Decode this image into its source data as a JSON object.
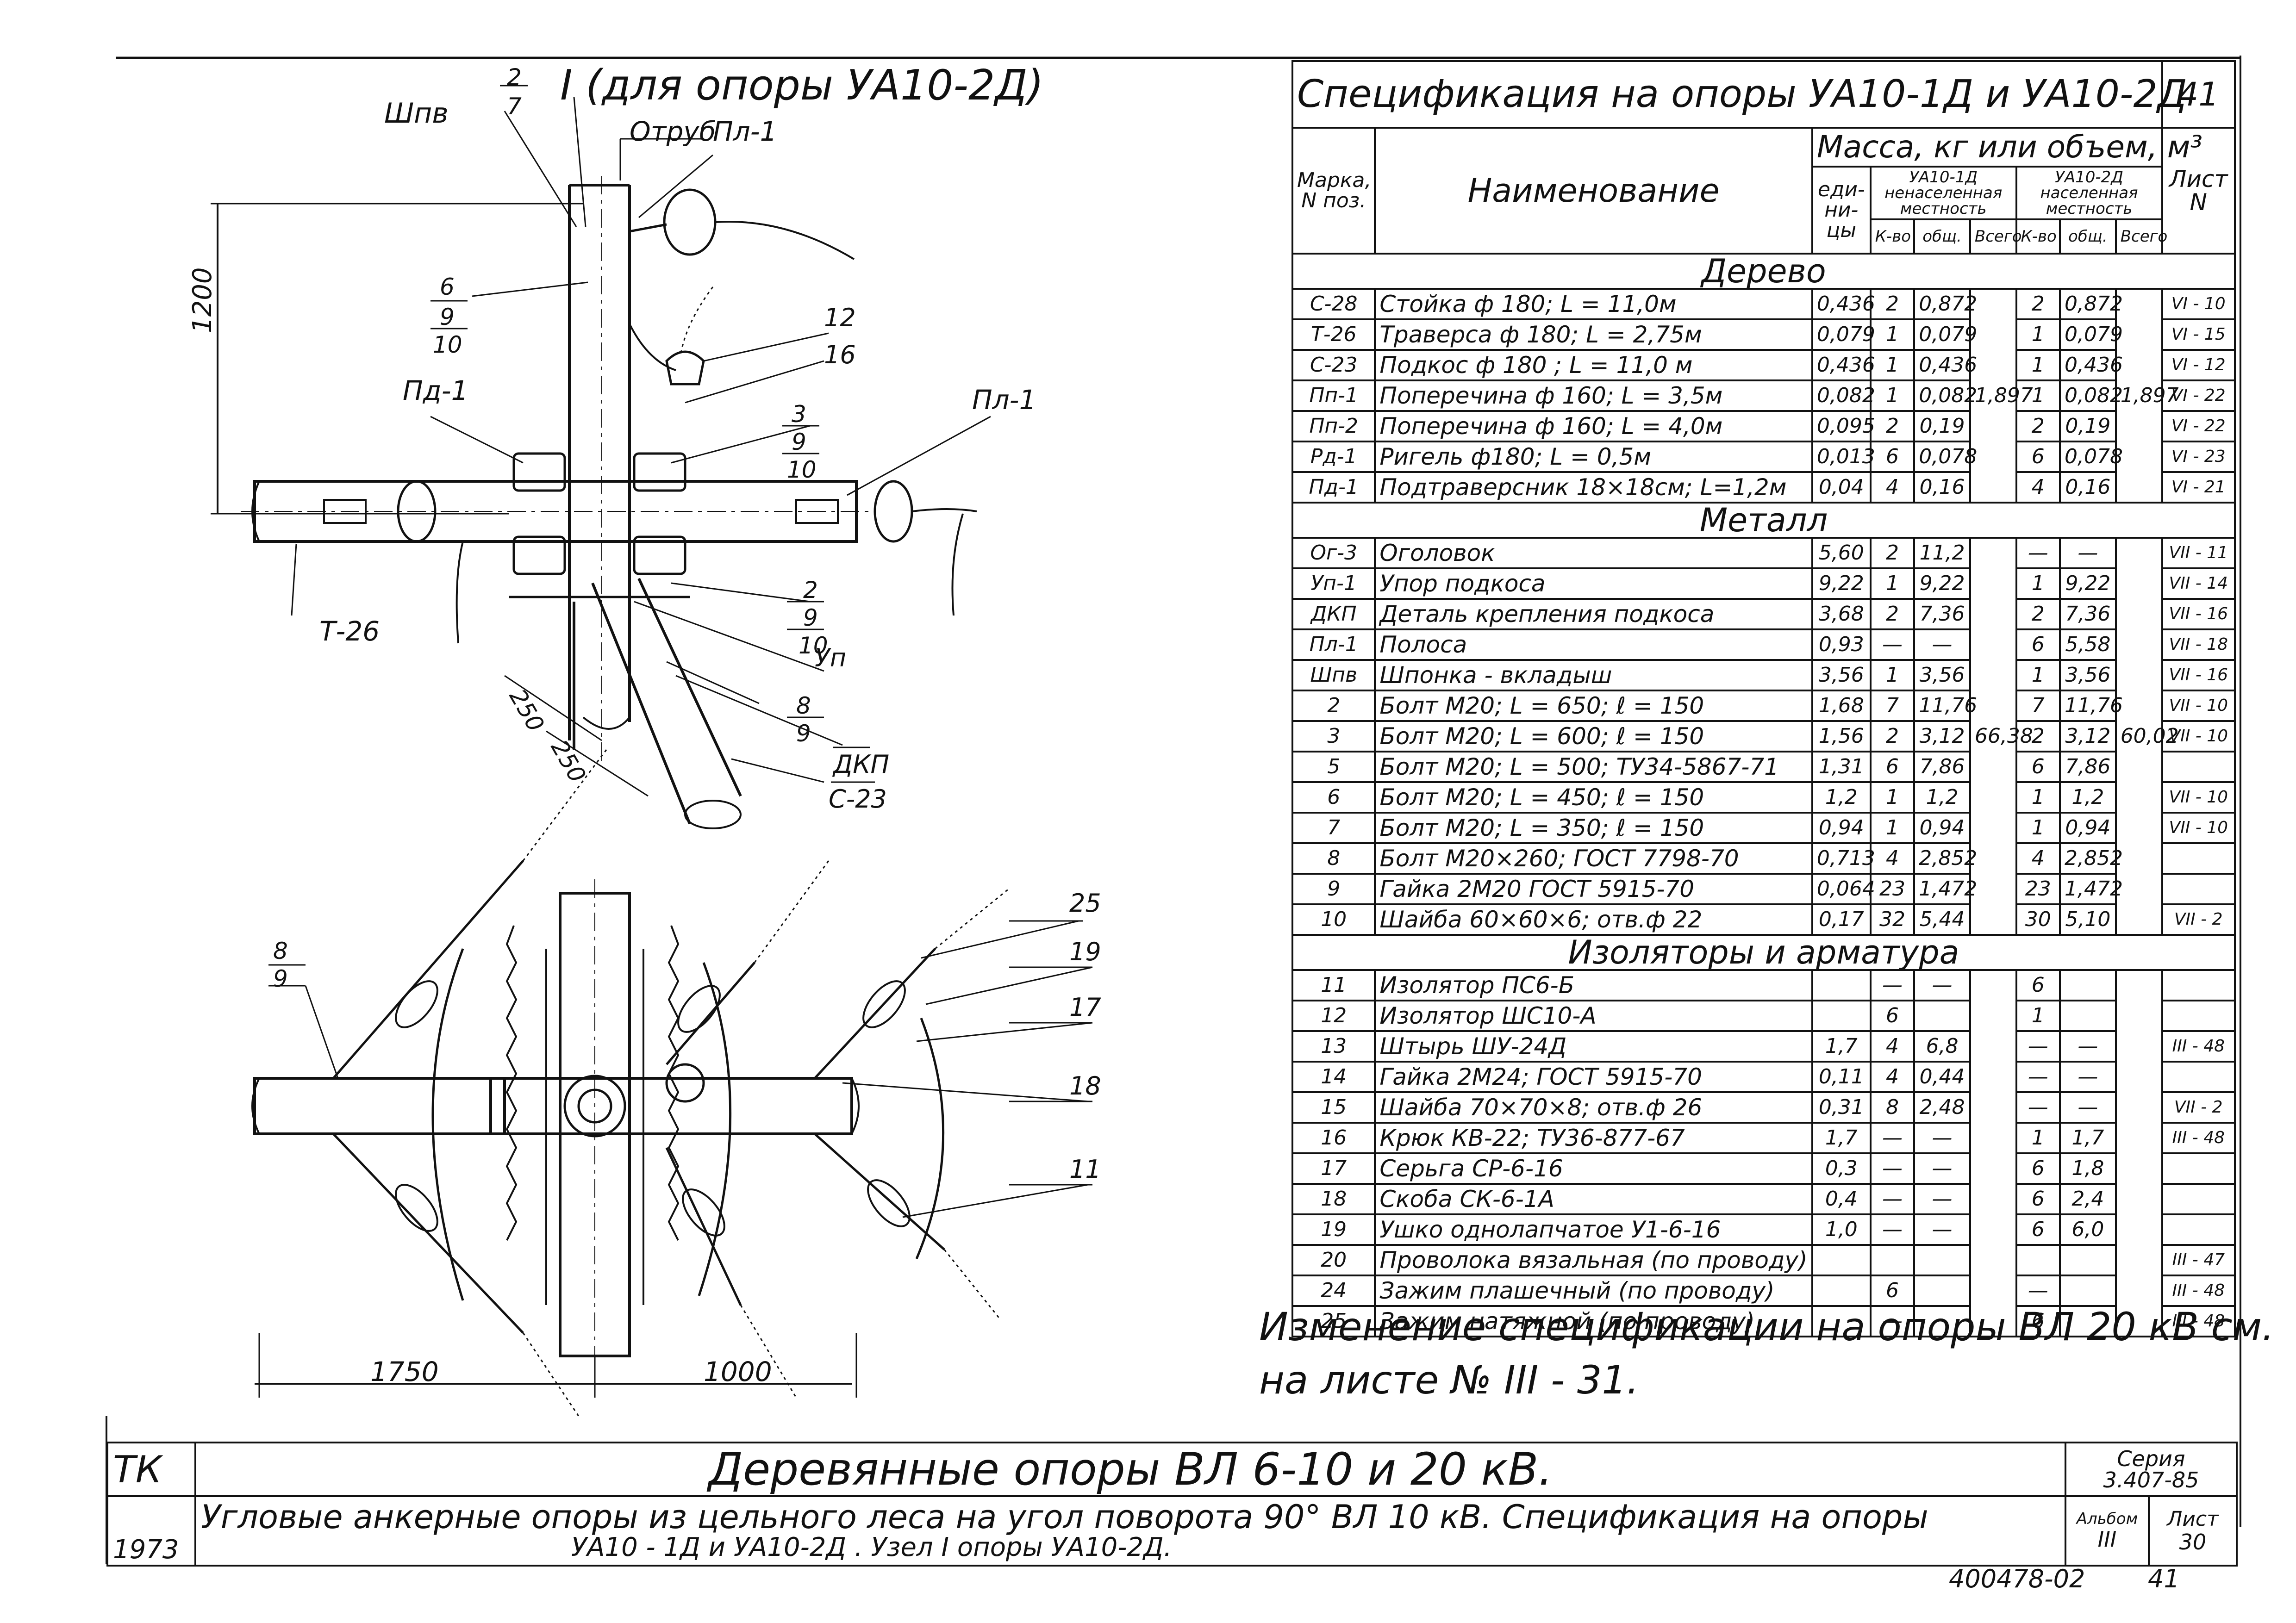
{
  "detail": {
    "title": "I (для опоры УА10-2Д)",
    "dims": {
      "height": "1200",
      "d250a": "250",
      "d250b": "250",
      "left": "1750",
      "right": "1000"
    },
    "labels": {
      "shpv": "Шпв",
      "fraction_2_7": [
        "2",
        "7"
      ],
      "otrub": "Отруб",
      "pl1_top": "Пл-1",
      "f6": [
        "6",
        "9",
        "10"
      ],
      "n12": "12",
      "n16": "16",
      "pd1": "Пд-1",
      "pl1_right": "Пл-1",
      "f3": [
        "3",
        "9",
        "10"
      ],
      "t26": "Т-26",
      "f2": [
        "2",
        "9",
        "10"
      ],
      "up": "Уп",
      "f8": [
        "8",
        "9"
      ],
      "dkp": "ДКП",
      "c23": "С-23"
    },
    "plan_labels": {
      "f8": [
        "8",
        "9"
      ],
      "n25": "25",
      "n19": "19",
      "n17": "17",
      "n18": "18",
      "n11": "11"
    }
  },
  "spec": {
    "title": "Спецификация на опоры УА10-1Д и УА10-2Д",
    "sheet_no": "41",
    "headers": {
      "mark": "Марка, N поз.",
      "name": "Наименование",
      "mass": "Масса, кг или объем, м³",
      "unit": "еди-ни-цы",
      "v1": "УА10-1Д ненаселенная местность",
      "v2": "УА10-2Д населенная местность",
      "qty": "К-во",
      "total": "общ.",
      "all": "Всего",
      "sheet": "Лист N"
    },
    "sections": {
      "wood": {
        "title": "Дерево",
        "total1": "1,897",
        "total2": "1,897",
        "rows": [
          [
            "С-28",
            "Стойка ф 180; L = 11,0м",
            "0,436",
            "2",
            "0,872",
            "2",
            "0,872",
            "VI - 10"
          ],
          [
            "Т-26",
            "Траверса ф 180; L = 2,75м",
            "0,079",
            "1",
            "0,079",
            "1",
            "0,079",
            "VI - 15"
          ],
          [
            "С-23",
            "Подкос ф 180 ; L = 11,0 м",
            "0,436",
            "1",
            "0,436",
            "1",
            "0,436",
            "VI - 12"
          ],
          [
            "Пп-1",
            "Поперечина ф 160; L = 3,5м",
            "0,082",
            "1",
            "0,082",
            "1",
            "0,082",
            "VI - 22"
          ],
          [
            "Пп-2",
            "Поперечина ф 160; L = 4,0м",
            "0,095",
            "2",
            "0,19",
            "2",
            "0,19",
            "VI - 22"
          ],
          [
            "Рд-1",
            "Ригель ф180; L = 0,5м",
            "0,013",
            "6",
            "0,078",
            "6",
            "0,078",
            "VI - 23"
          ],
          [
            "Пд-1",
            "Подтраверсник 18×18см; L=1,2м",
            "0,04",
            "4",
            "0,16",
            "4",
            "0,16",
            "VI - 21"
          ]
        ]
      },
      "metal": {
        "title": "Металл",
        "total1": "66,38",
        "total2": "60,02",
        "rows": [
          [
            "Ог-3",
            "Оголовок",
            "5,60",
            "2",
            "11,2",
            "—",
            "—",
            "VII - 11"
          ],
          [
            "Уп-1",
            "Упор подкоса",
            "9,22",
            "1",
            "9,22",
            "1",
            "9,22",
            "VII - 14"
          ],
          [
            "ДКП",
            "Деталь крепления подкоса",
            "3,68",
            "2",
            "7,36",
            "2",
            "7,36",
            "VII - 16"
          ],
          [
            "Пл-1",
            "Полоса",
            "0,93",
            "—",
            "—",
            "6",
            "5,58",
            "VII - 18"
          ],
          [
            "Шпв",
            "Шпонка - вкладыш",
            "3,56",
            "1",
            "3,56",
            "1",
            "3,56",
            "VII - 16"
          ],
          [
            "2",
            "Болт М20; L = 650; ℓ = 150",
            "1,68",
            "7",
            "11,76",
            "7",
            "11,76",
            "VII - 10"
          ],
          [
            "3",
            "Болт М20; L = 600; ℓ = 150",
            "1,56",
            "2",
            "3,12",
            "2",
            "3,12",
            "VII - 10"
          ],
          [
            "5",
            "Болт М20; L = 500; ТУ34-5867-71",
            "1,31",
            "6",
            "7,86",
            "6",
            "7,86",
            ""
          ],
          [
            "6",
            "Болт М20; L = 450; ℓ = 150",
            "1,2",
            "1",
            "1,2",
            "1",
            "1,2",
            "VII - 10"
          ],
          [
            "7",
            "Болт М20; L = 350; ℓ = 150",
            "0,94",
            "1",
            "0,94",
            "1",
            "0,94",
            "VII - 10"
          ],
          [
            "8",
            "Болт М20×260; ГОСТ 7798-70",
            "0,713",
            "4",
            "2,852",
            "4",
            "2,852",
            ""
          ],
          [
            "9",
            "Гайка 2М20 ГОСТ 5915-70",
            "0,064",
            "23",
            "1,472",
            "23",
            "1,472",
            ""
          ],
          [
            "10",
            "Шайба 60×60×6; отв.ф 22",
            "0,17",
            "32",
            "5,44",
            "30",
            "5,10",
            "VII - 2"
          ]
        ]
      },
      "iso": {
        "title": "Изоляторы и арматура",
        "rows": [
          [
            "11",
            "Изолятор ПС6-Б",
            "",
            "—",
            "—",
            "6",
            "",
            ""
          ],
          [
            "12",
            "Изолятор ШС10-А",
            "",
            "6",
            "",
            "1",
            "",
            ""
          ],
          [
            "13",
            "Штырь ШУ-24Д",
            "1,7",
            "4",
            "6,8",
            "—",
            "—",
            "III - 48"
          ],
          [
            "14",
            "Гайка 2М24; ГОСТ 5915-70",
            "0,11",
            "4",
            "0,44",
            "—",
            "—",
            ""
          ],
          [
            "15",
            "Шайба 70×70×8; отв.ф 26",
            "0,31",
            "8",
            "2,48",
            "—",
            "—",
            "VII - 2"
          ],
          [
            "16",
            "Крюк КВ-22; ТУ36-877-67",
            "1,7",
            "—",
            "—",
            "1",
            "1,7",
            "III - 48"
          ],
          [
            "17",
            "Серьга СР-6-16",
            "0,3",
            "—",
            "—",
            "6",
            "1,8",
            ""
          ],
          [
            "18",
            "Скоба СК-6-1А",
            "0,4",
            "—",
            "—",
            "6",
            "2,4",
            ""
          ],
          [
            "19",
            "Ушко однолапчатое У1-6-16",
            "1,0",
            "—",
            "—",
            "6",
            "6,0",
            ""
          ],
          [
            "20",
            "Проволока вязальная (по проводу)",
            "",
            "",
            "",
            "",
            "",
            "III - 47"
          ],
          [
            "24",
            "Зажим плашечный (по проводу)",
            "",
            "6",
            "",
            "—",
            "",
            "III - 48"
          ],
          [
            "25",
            "Зажим натяжной (по проводу)",
            "",
            "—",
            "",
            "6",
            "",
            "III - 48"
          ]
        ]
      }
    }
  },
  "note": {
    "line1": "Изменение спецификации на опоры ВЛ 20 кВ см.",
    "line2": "на листе № III - 31."
  },
  "titleblock": {
    "org": "ТК",
    "year": "1973",
    "main": "Деревянные опоры ВЛ 6-10 и 20 кВ.",
    "sub1": "Угловые анкерные опоры из цельного леса на угол поворота 90° ВЛ 10 кВ. Спецификация на опоры",
    "sub2": "УА10 - 1Д и УА10-2Д . Узел I опоры УА10-2Д.",
    "series_label": "Серия",
    "series": "3.407-85",
    "album_label": "Альбом",
    "album": "III",
    "sheet_label": "Лист",
    "sheet": "30",
    "doc": "400478-02",
    "doc_sheet": "41"
  }
}
